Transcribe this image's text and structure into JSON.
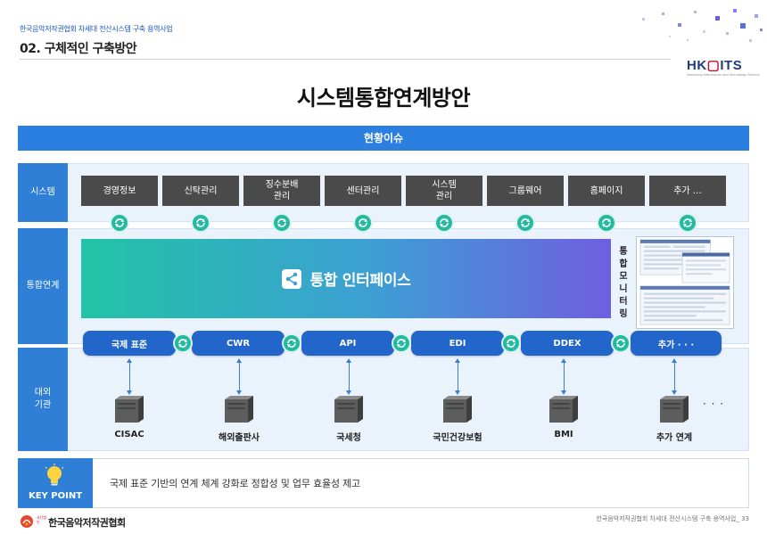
{
  "header": {
    "project_title": "한국음악저작권협회 차세대 전산시스템 구축 용역사업",
    "section_title": "02. 구체적인 구축방안",
    "logo_text": "HK",
    "logo_text2": "ITS",
    "logo_tagline": "Hankyong Information and Technology Service"
  },
  "main_title": "시스템통합연계방안",
  "issue_bar": "현황이슈",
  "rows": {
    "system": "시스템",
    "integration": "통합연계",
    "external": "대외\n기관"
  },
  "systems": [
    "경영정보",
    "신탁관리",
    "징수분배\n관리",
    "센터관리",
    "시스템\n관리",
    "그룹웨어",
    "홈페이지",
    "추가 …"
  ],
  "interface": {
    "label": "통합 인터페이스",
    "monitor_label": "통\n합\n모\n니\n터\n링"
  },
  "standards": [
    "국제 표준",
    "CWR",
    "API",
    "EDI",
    "DDEX",
    "추가 · · ·"
  ],
  "external": [
    "CISAC",
    "해외출판사",
    "국세청",
    "국민건강보험",
    "BMI",
    "추가 연계"
  ],
  "external_more": "· · ·",
  "key_point": {
    "label": "KEY POINT",
    "text": "국제 표준 기반의 연계 체계 강화로 정합성 및 업무 효율성 제고"
  },
  "footer": {
    "org_small": "사단법인",
    "org_name": "한국음악저작권협회",
    "right_text": "한국음악저작권협회 차세대 전산시스템 구축 용역사업_ 33"
  },
  "colors": {
    "primary": "#2f7fd6",
    "standard": "#2266cc",
    "sync": "#25b9a0",
    "system_box": "#4a4a4a"
  }
}
